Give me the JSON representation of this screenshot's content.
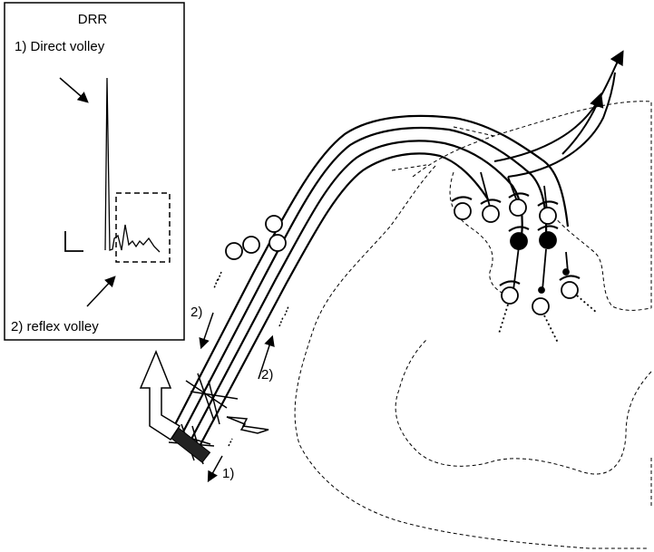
{
  "inset": {
    "title": "DRR",
    "direct_label": "1) Direct volley",
    "reflex_label": "2) reflex volley"
  },
  "diagram": {
    "label_afferent": "2)",
    "label_efferent": "2)",
    "label_stim": "1)"
  },
  "colors": {
    "ink": "#000000",
    "background": "#ffffff",
    "filled_neuron": "#000000",
    "open_neuron": "#ffffff"
  }
}
